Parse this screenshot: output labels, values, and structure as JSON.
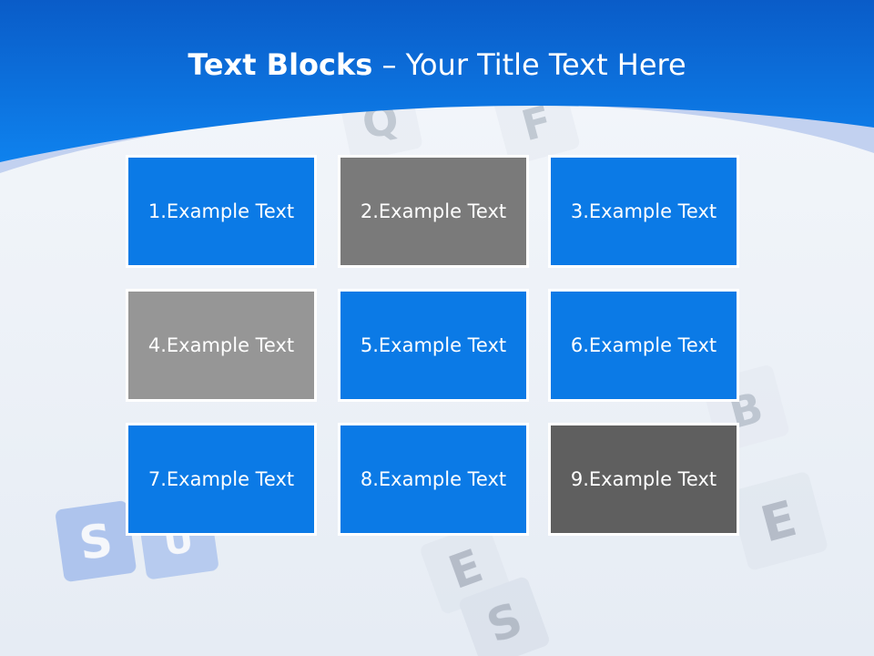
{
  "title": {
    "bold": "Text Blocks",
    "rest": " – Your Title Text Here"
  },
  "blocks": [
    {
      "label": "1.Example Text",
      "color": "#0b7ae6"
    },
    {
      "label": "2.Example Text",
      "color": "#7a7a7a"
    },
    {
      "label": "3.Example Text",
      "color": "#0b7ae6"
    },
    {
      "label": "4.Example Text",
      "color": "#969696"
    },
    {
      "label": "5.Example Text",
      "color": "#0b7ae6"
    },
    {
      "label": "6.Example Text",
      "color": "#0b7ae6"
    },
    {
      "label": "7.Example Text",
      "color": "#0b7ae6"
    },
    {
      "label": "8.Example Text",
      "color": "#0b7ae6"
    },
    {
      "label": "9.Example Text",
      "color": "#5f5f5f"
    }
  ],
  "colors": {
    "header_blue": "#0a6fd8",
    "accent_blue": "#0b7ae6",
    "background": "#eef2f8"
  }
}
